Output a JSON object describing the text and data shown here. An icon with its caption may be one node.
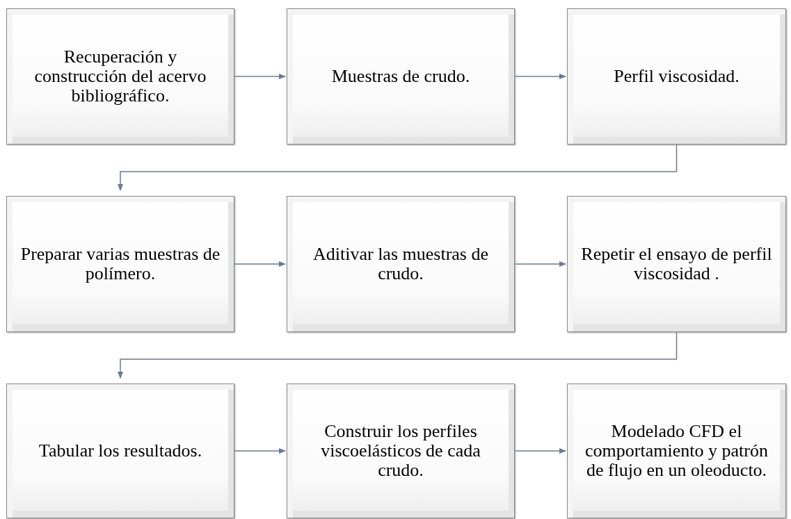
{
  "diagram": {
    "nodes": [
      {
        "text": [
          "Recuperación y construcción del acervo bibliográfico."
        ]
      },
      {
        "text": [
          "Muestras de crudo."
        ]
      },
      {
        "text": [
          "Perfil viscosidad."
        ]
      },
      {
        "text": [
          "Preparar varias muestras de polímero."
        ]
      },
      {
        "text": [
          "Aditivar las muestras de crudo."
        ]
      },
      {
        "text": [
          "Repetir el ensayo de perfil viscosidad ."
        ]
      },
      {
        "text": [
          "Tabular los resultados."
        ]
      },
      {
        "text": [
          "Construir los perfiles viscoelásticos de cada crudo."
        ]
      },
      {
        "text": [
          "Modelado CFD el comportamiento y patrón de flujo en un oleoducto."
        ]
      }
    ],
    "edges": [
      {
        "from": 0,
        "to": 1,
        "arrow": "to"
      },
      {
        "from": 1,
        "to": 2,
        "arrow": "to"
      },
      {
        "from": 2,
        "to": 3,
        "arrow": "to"
      },
      {
        "from": 3,
        "to": 4,
        "arrow": "to"
      },
      {
        "from": 4,
        "to": 5,
        "arrow": "to"
      },
      {
        "from": 5,
        "to": 6,
        "arrow": "to"
      },
      {
        "from": 6,
        "to": 7,
        "arrow": "to"
      },
      {
        "from": 7,
        "to": 8,
        "arrow": "to"
      }
    ]
  }
}
